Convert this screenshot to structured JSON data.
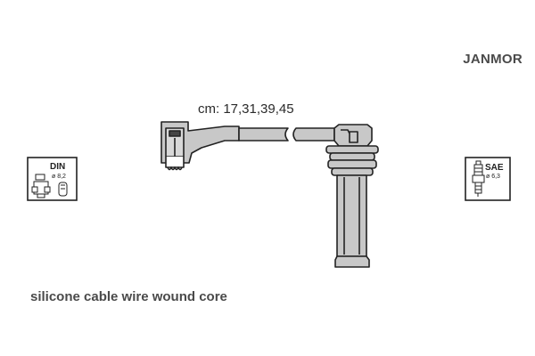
{
  "brand": "JANMOR",
  "lengths_label": "cm: 17,31,39,45",
  "description": "silicone cable wire wound core",
  "din_badge": {
    "label": "DIN",
    "diameter": "ø 8,2"
  },
  "sae_badge": {
    "label": "SAE",
    "diameter": "ø 6,3"
  },
  "colors": {
    "stroke": "#222222",
    "fill": "#c8c8c8",
    "badge_fill": "#ffffff"
  }
}
